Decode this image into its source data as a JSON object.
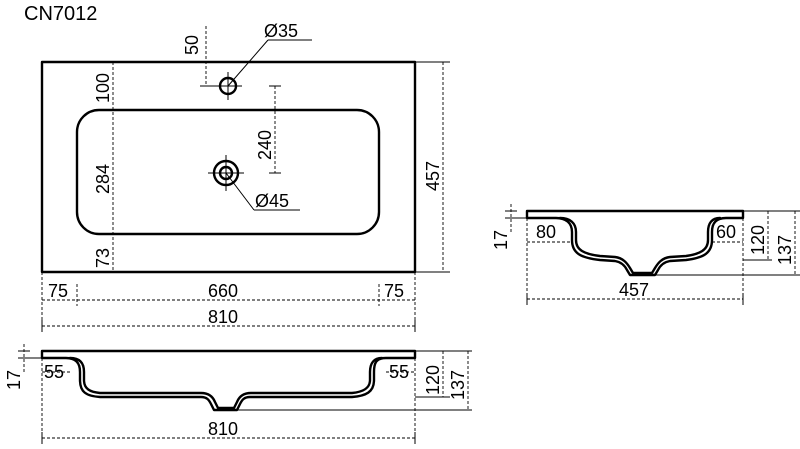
{
  "model": "CN7012",
  "top_view": {
    "tap_hole_offset": "50",
    "tap_hole_diameter": "Ø35",
    "waste_diameter": "Ø45",
    "tap_to_waste": "240",
    "margin_back": "100",
    "bowl_depth": "284",
    "margin_front": "73",
    "side_left": "75",
    "bowl_width": "660",
    "side_right": "75",
    "overall_width": "810",
    "overall_depth": "457"
  },
  "front_section": {
    "lip_height": "17",
    "left_rim": "55",
    "right_rim": "55",
    "bowl_height": "120",
    "total_height": "137",
    "width": "810"
  },
  "side_section": {
    "lip_height": "17",
    "back_rim": "80",
    "front_rim": "60",
    "bowl_height": "120",
    "total_height": "137",
    "depth": "457"
  }
}
